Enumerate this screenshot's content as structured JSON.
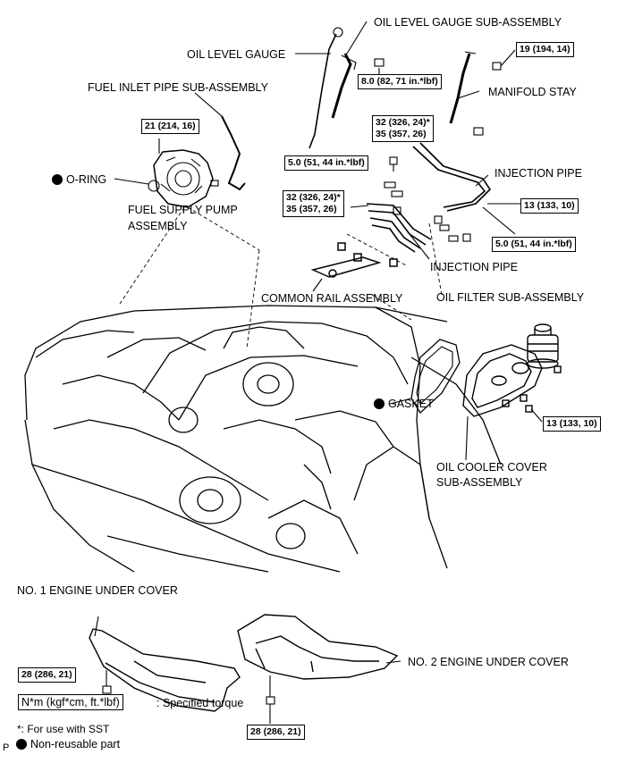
{
  "labels": {
    "oil_level_gauge_sub_assembly": "OIL LEVEL GAUGE SUB-ASSEMBLY",
    "oil_level_gauge": "OIL LEVEL GAUGE",
    "fuel_inlet_pipe_sub_assembly": "FUEL INLET PIPE SUB-ASSEMBLY",
    "manifold_stay": "MANIFOLD STAY",
    "o_ring": "O-RING",
    "fuel_supply_pump_assembly_1": "FUEL SUPPLY PUMP",
    "fuel_supply_pump_assembly_2": "ASSEMBLY",
    "injection_pipe_upper": "INJECTION PIPE",
    "injection_pipe_lower": "INJECTION PIPE",
    "common_rail_assembly": "COMMON RAIL ASSEMBLY",
    "oil_filter_sub_assembly": "OIL FILTER SUB-ASSEMBLY",
    "gasket": "GASKET",
    "oil_cooler_cover_1": "OIL COOLER COVER",
    "oil_cooler_cover_2": "SUB-ASSEMBLY",
    "no1_engine_under_cover": "NO. 1 ENGINE UNDER COVER",
    "no2_engine_under_cover": "NO. 2 ENGINE UNDER COVER"
  },
  "torques": {
    "t19": "19 (194, 14)",
    "t8": "8.0 (82, 71   in.*lbf)",
    "t21": "21 (214, 16)",
    "t32a_1": "32 (326, 24)*",
    "t32a_2": "35 (357, 26)",
    "t5a": "5.0 (51, 44  in.*lbf)",
    "t32b_1": "32 (326, 24)*",
    "t32b_2": "35 (357, 26)",
    "t13a": "13 (133, 10)",
    "t5b": "5.0 (51, 44  in.*lbf)",
    "t13b": "13 (133, 10)",
    "t28a": "28 (286, 21)",
    "t28b": "28 (286, 21)"
  },
  "legend": {
    "unit_box": "N*m (kgf*cm, ft.*lbf)",
    "unit_text": ": Specified torque",
    "sst": "*: For use with SST",
    "non_reusable": "Non-reusable part",
    "corner": "P"
  }
}
